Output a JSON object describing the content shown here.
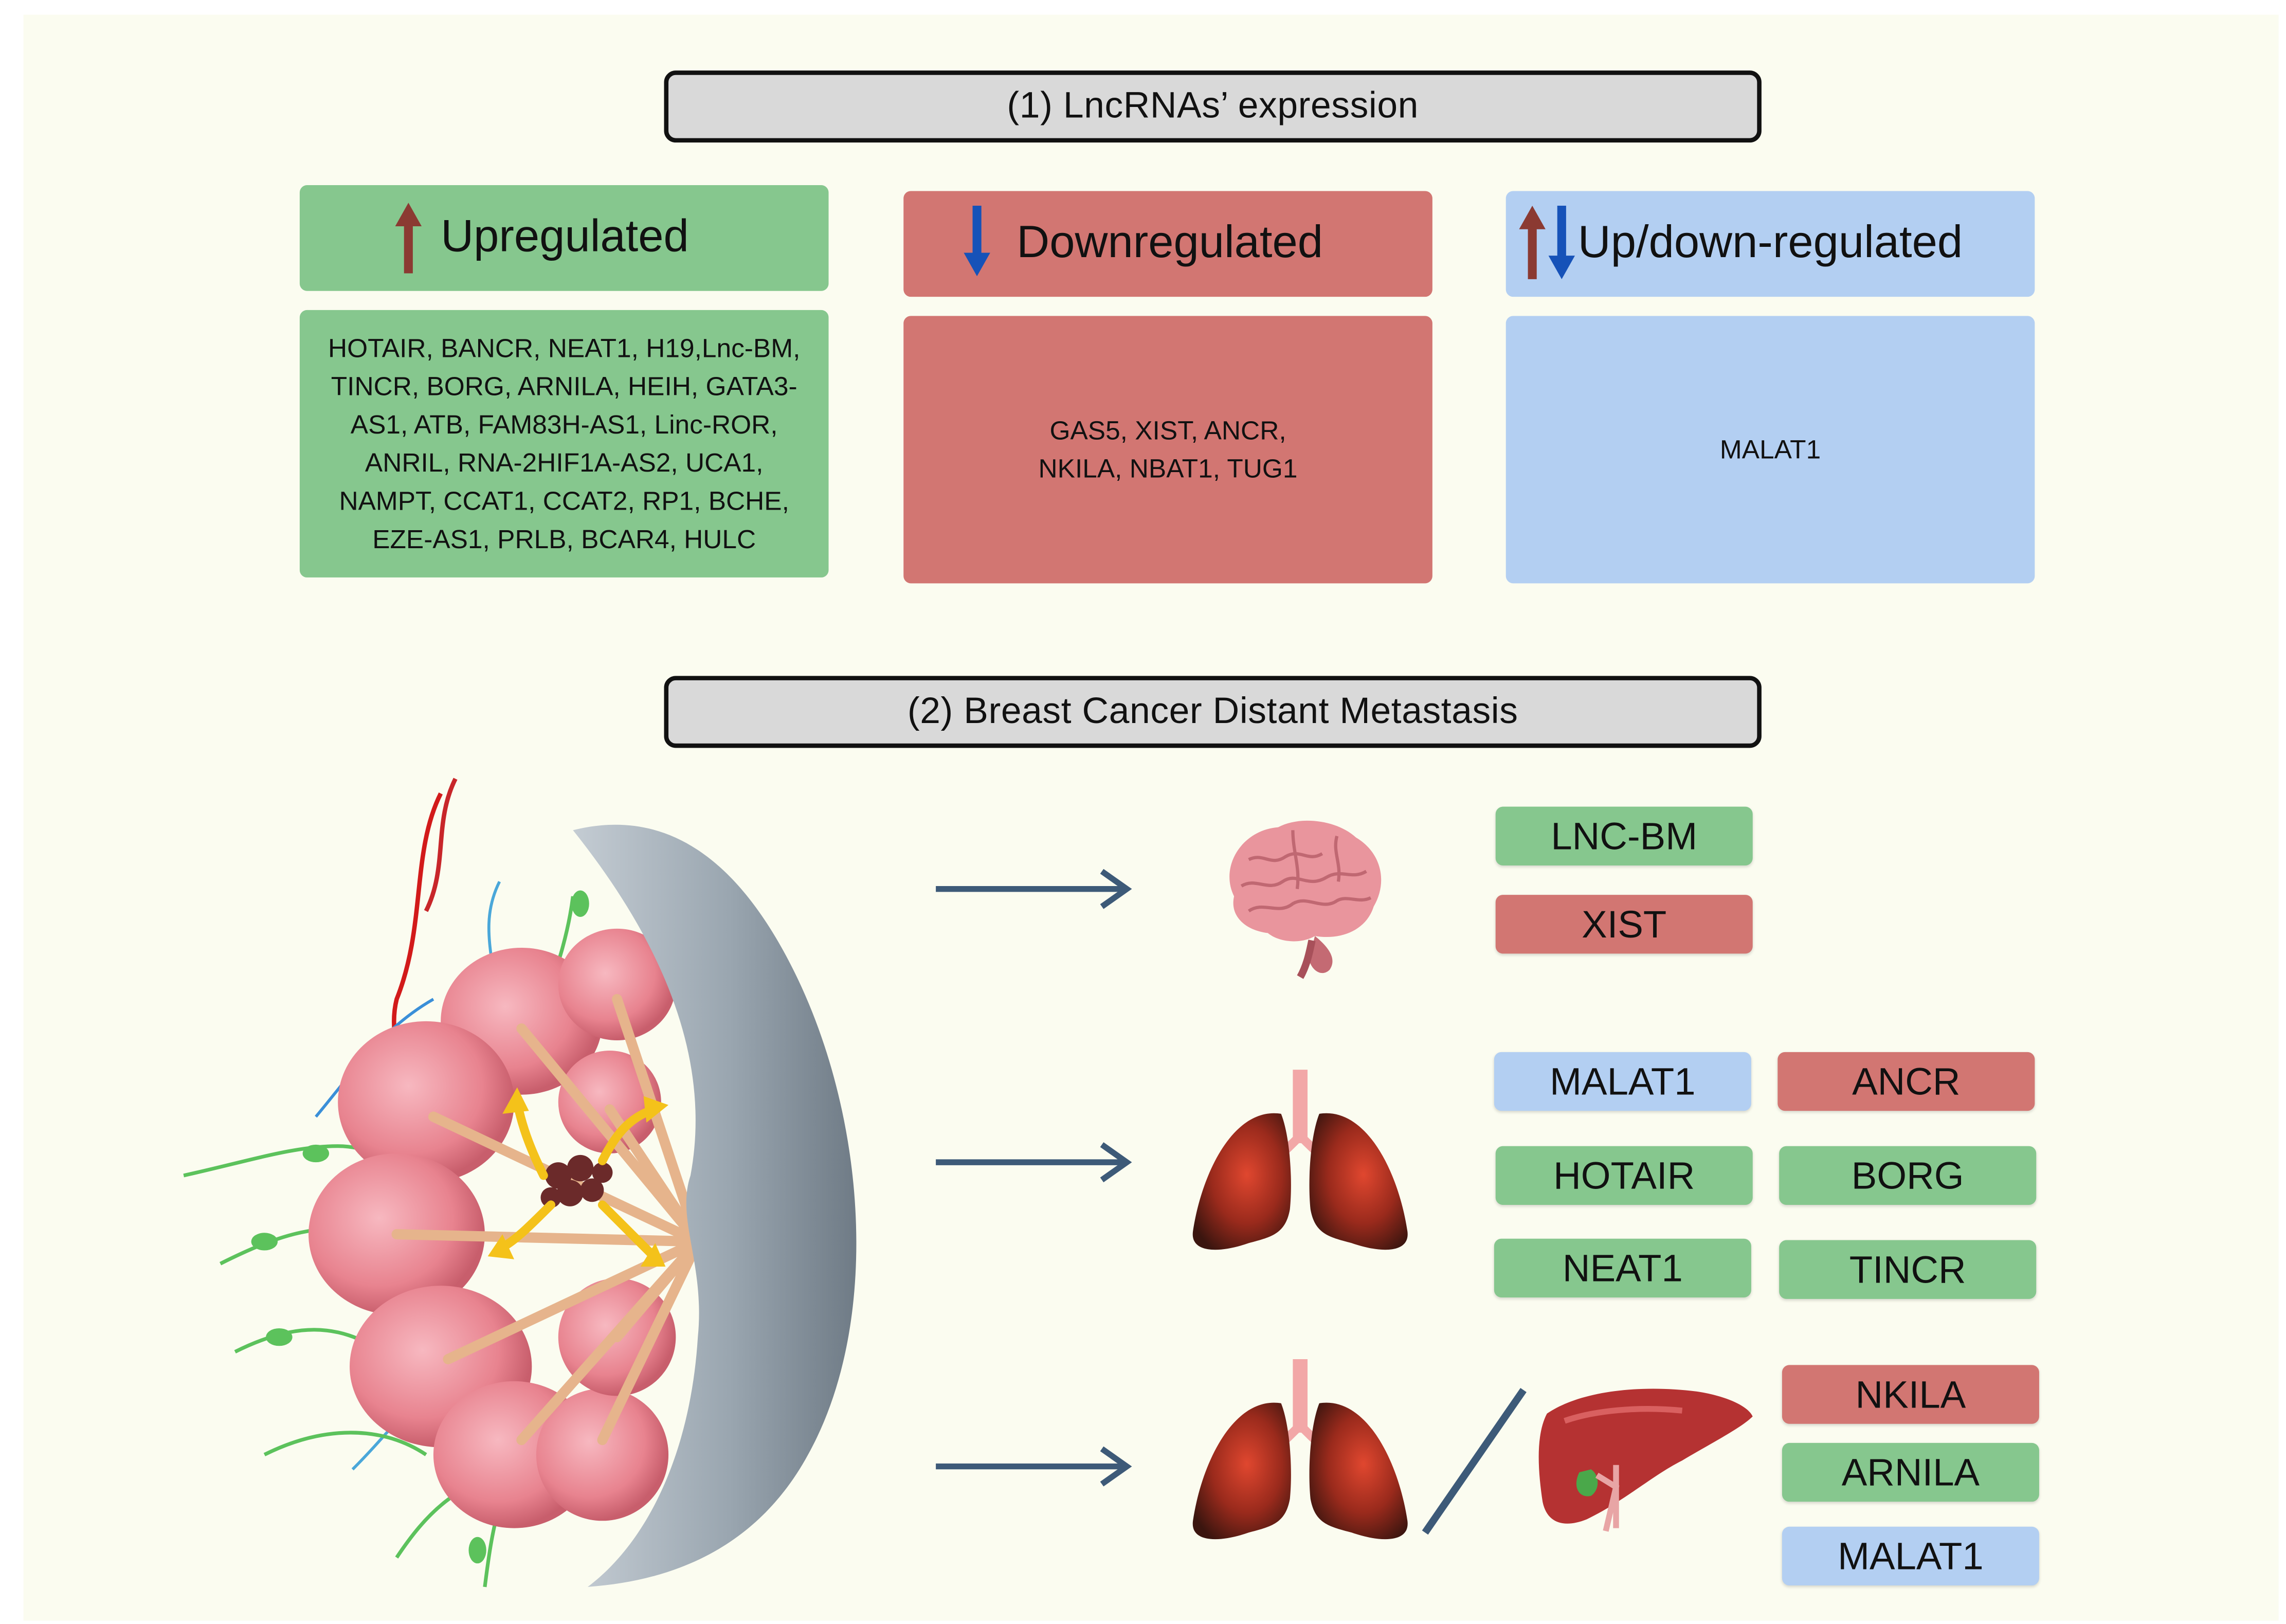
{
  "section1": {
    "title": "(1) LncRNAs’ expression"
  },
  "categories": [
    {
      "key": "up",
      "label": "Upregulated",
      "icon": "up-arrow-icon",
      "color": "#86c78e",
      "body": "HOTAIR, BANCR, NEAT1, H19,Lnc-BM, TINCR, BORG, ARNILA, HEIH, GATA3-AS1, ATB, FAM83H-AS1, Linc-ROR, ANRIL, RNA-2HIF1A-AS2, UCA1, NAMPT, CCAT1, CCAT2, RP1, BCHE, EZE-AS1, PRLB, BCAR4, HULC"
    },
    {
      "key": "down",
      "label": "Downregulated",
      "icon": "down-arrow-icon",
      "color": "#d27672",
      "body": "GAS5, XIST,  ANCR, NKILA, NBAT1, TUG1"
    },
    {
      "key": "updown",
      "label": "Up/down-regulated",
      "icon": "up-down-arrows-icon",
      "color": "#b3cff2",
      "body": "MALAT1"
    }
  ],
  "section2": {
    "title": "(2) Breast Cancer Distant Metastasis"
  },
  "metastasis": {
    "brain": [
      "LNC-BM",
      "XIST"
    ],
    "lung": [
      "MALAT1",
      "ANCR",
      "HOTAIR",
      "BORG",
      "NEAT1",
      "TINCR"
    ],
    "lung_liver": [
      "NKILA",
      "ARNILA",
      "MALAT1"
    ]
  },
  "colors": {
    "upregulated": "#86c78e",
    "downregulated": "#d27672",
    "up_down": "#b3cff2",
    "arrow": "#3d5a78",
    "up_arrow": "#8b3a32",
    "down_arrow": "#1652b8"
  }
}
